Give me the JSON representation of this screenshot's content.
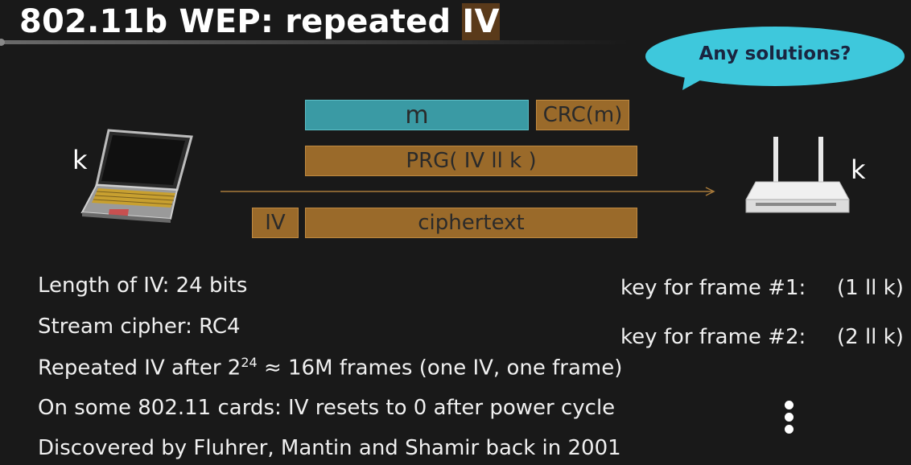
{
  "title": {
    "before": "802.11b WEP: repeated ",
    "highlight": "IV"
  },
  "callout": {
    "text": "Any solutions?"
  },
  "diagram": {
    "laptop_key": "k",
    "router_key": "k",
    "row1": {
      "message": "m",
      "crc": "CRC(m)"
    },
    "row2": {
      "prg": "PRG(  IV  ll  k )"
    },
    "row3": {
      "iv": "IV",
      "ciphertext": "ciphertext"
    }
  },
  "facts": [
    {
      "text": "Length of IV:     24 bits"
    },
    {
      "text": "Stream cipher: RC4"
    },
    {
      "prefix": "Repeated IV after 2",
      "sup": "24",
      "suffix": " ≈ 16M frames  (one IV, one frame)"
    },
    {
      "text": "On some 802.11 cards:   IV resets to 0 after power cycle"
    },
    {
      "text": "Discovered by Fluhrer, Mantin and Shamir back in 2001"
    }
  ],
  "keys": [
    {
      "label": "key for frame #1:",
      "value": "(1 ll k)"
    },
    {
      "label": "key for frame #2:",
      "value": "(2 ll k)"
    }
  ],
  "colors": {
    "background": "#191919",
    "brown": "#9a6a2a",
    "teal": "#3a9aa4",
    "callout": "#3ec8dc"
  }
}
